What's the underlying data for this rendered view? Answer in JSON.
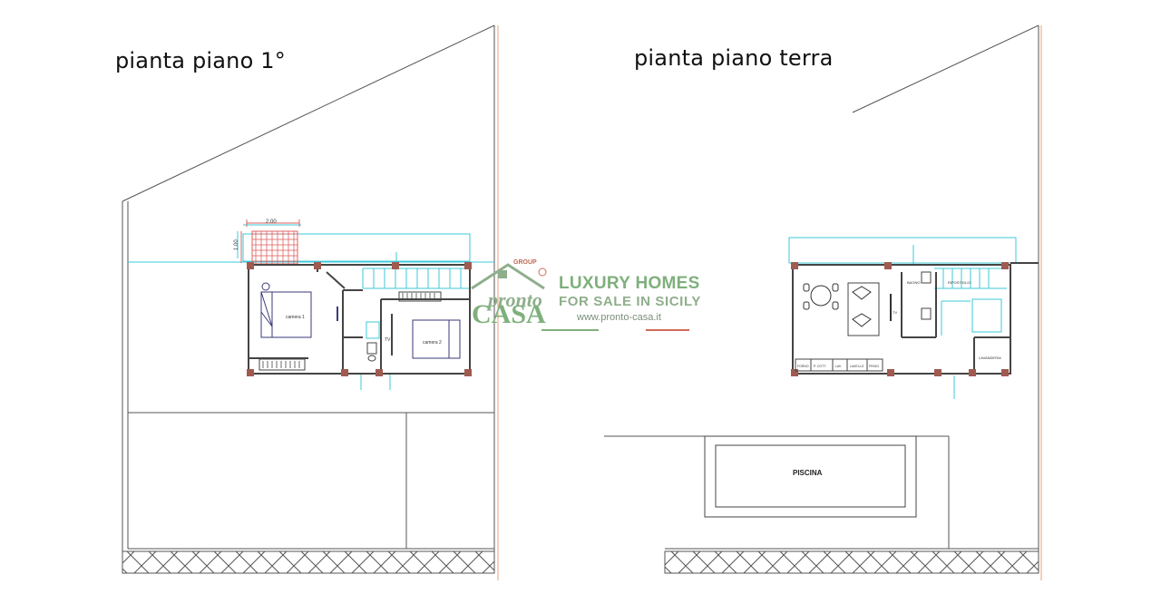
{
  "titles": {
    "first_floor": "pianta piano 1°",
    "ground_floor": "pianta piano terra"
  },
  "first_floor": {
    "dimension_width": "2.00",
    "dimension_height": "1.00",
    "rooms": [
      "camera 1",
      "camera 2"
    ],
    "tv": "TV"
  },
  "ground_floor": {
    "rooms": [
      "BAGNO",
      "RIPOSTIGLIO",
      "LAVANDERIA",
      "PISCINA"
    ],
    "kitchen_units": [
      "FORNO",
      "P. COTT.",
      "LAV",
      "LAVELLO",
      "FRIGO"
    ],
    "tv": "TV"
  },
  "watermark": {
    "brand_pronto": "pronto",
    "brand_casa": "CASA",
    "group": "GROUP",
    "line1": "LUXURY HOMES",
    "line2": "FOR SALE IN SICILY",
    "url": "www.pronto-casa.it",
    "color": "#7fb07c"
  },
  "colors": {
    "wall": "#444444",
    "cyan": "#3cc8d8",
    "column": "#a05a50",
    "orange_guide": "#e8a070",
    "terrace": "#e06060"
  }
}
